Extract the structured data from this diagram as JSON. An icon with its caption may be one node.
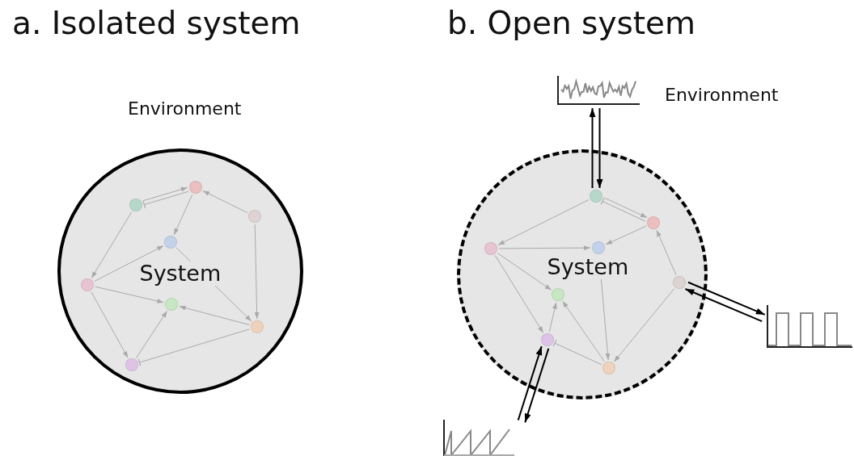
{
  "diagram": {
    "nodes": [
      {
        "text": [
          "System"
        ]
      },
      {
        "text": [],
        "shape": "circle",
        "in": 0
      },
      {
        "text": [],
        "shape": "circle",
        "in": 0
      },
      {
        "text": [],
        "shape": "circle",
        "in": 0
      },
      {
        "text": [],
        "shape": "circle",
        "in": 0
      },
      {
        "text": [],
        "shape": "circle",
        "in": 0
      },
      {
        "text": [],
        "shape": "circle",
        "in": 0
      },
      {
        "text": [],
        "shape": "circle",
        "in": 0
      },
      {
        "text": [],
        "shape": "circle",
        "in": 0
      },
      {
        "text": [
          "System"
        ]
      },
      {
        "text": [],
        "shape": "circle",
        "in": 9
      },
      {
        "text": [],
        "shape": "circle",
        "in": 9
      },
      {
        "text": [],
        "shape": "circle",
        "in": 9
      },
      {
        "text": [],
        "shape": "circle",
        "in": 9
      },
      {
        "text": [],
        "shape": "circle",
        "in": 9
      },
      {
        "text": [],
        "shape": "circle",
        "in": 9
      },
      {
        "text": [],
        "shape": "circle",
        "in": 9
      },
      {
        "text": [],
        "shape": "circle",
        "in": 9
      },
      {
        "text": [],
        "shape": "picture"
      },
      {
        "text": [],
        "shape": "picture"
      },
      {
        "text": [],
        "shape": "picture"
      }
    ],
    "edges": [
      {
        "from": 1,
        "to": 2,
        "arrow": "to"
      },
      {
        "from": 2,
        "to": 1,
        "arrow": "other"
      },
      {
        "from": 3,
        "to": 2,
        "arrow": "to"
      },
      {
        "from": 2,
        "to": 4,
        "arrow": "to"
      },
      {
        "from": 1,
        "to": 5,
        "arrow": "to"
      },
      {
        "from": 5,
        "to": 4,
        "arrow": "to"
      },
      {
        "from": 5,
        "to": 6,
        "arrow": "to"
      },
      {
        "from": 5,
        "to": 8,
        "arrow": "to"
      },
      {
        "from": 4,
        "to": 7,
        "arrow": "to"
      },
      {
        "from": 3,
        "to": 7,
        "arrow": "to"
      },
      {
        "from": 7,
        "to": 6,
        "arrow": "to"
      },
      {
        "from": 8,
        "to": 6,
        "arrow": "to"
      },
      {
        "from": 7,
        "to": 8,
        "arrow": "other"
      },
      {
        "from": 10,
        "to": 11,
        "arrow": "to"
      },
      {
        "from": 11,
        "to": 10,
        "arrow": "other"
      },
      {
        "from": 10,
        "to": 12,
        "arrow": "to"
      },
      {
        "from": 12,
        "to": 13,
        "arrow": "to"
      },
      {
        "from": 11,
        "to": 13,
        "arrow": "to"
      },
      {
        "from": 14,
        "to": 11,
        "arrow": "to"
      },
      {
        "from": 12,
        "to": 15,
        "arrow": "to"
      },
      {
        "from": 12,
        "to": 16,
        "arrow": "to"
      },
      {
        "from": 13,
        "to": 17,
        "arrow": "to"
      },
      {
        "from": 14,
        "to": 17,
        "arrow": "to"
      },
      {
        "from": 17,
        "to": 15,
        "arrow": "to"
      },
      {
        "from": 16,
        "to": 15,
        "arrow": "to"
      },
      {
        "from": 17,
        "to": 16,
        "arrow": "other"
      },
      {
        "from": 10,
        "to": 18,
        "arrow": "to",
        "color": "#000000"
      },
      {
        "from": 18,
        "to": 10,
        "arrow": "to",
        "color": "#000000"
      },
      {
        "from": 14,
        "to": 19,
        "arrow": "to",
        "color": "#000000"
      },
      {
        "from": 19,
        "to": 14,
        "arrow": "to",
        "color": "#000000"
      },
      {
        "from": 20,
        "to": 16,
        "arrow": "to",
        "color": "#000000"
      },
      {
        "from": 16,
        "to": 20,
        "arrow": "to",
        "color": "#000000"
      }
    ],
    "labels": [
      "a. Isolated system",
      "b. Open system",
      "Environment",
      "Environment"
    ]
  }
}
